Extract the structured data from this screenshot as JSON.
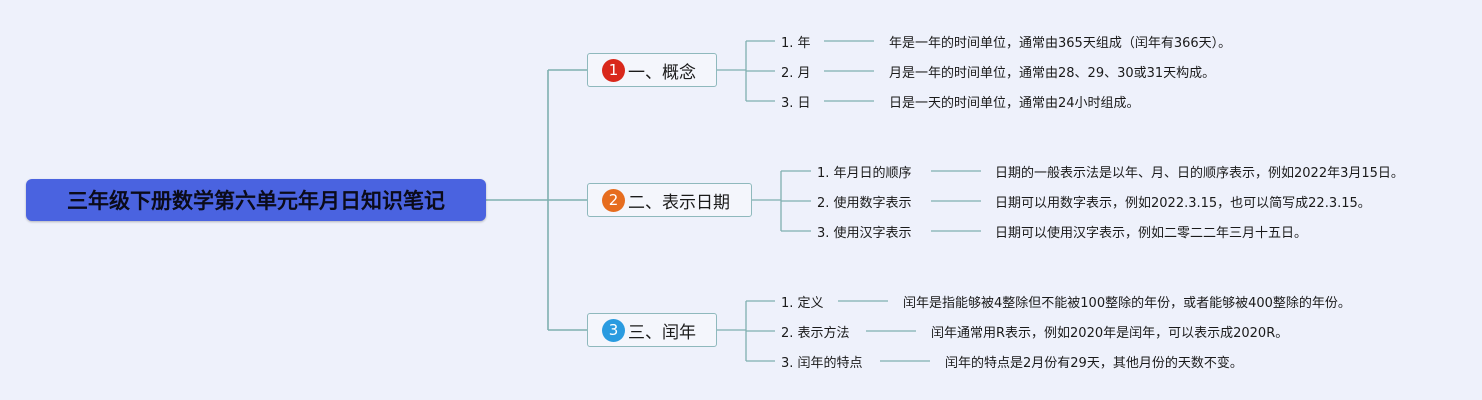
{
  "root": {
    "title": "三年级下册数学第六单元年月日知识笔记"
  },
  "branches": [
    {
      "num": "1",
      "label": "一、概念",
      "color": "#d9281b",
      "items": [
        {
          "label": "1. 年",
          "desc": "年是一年的时间单位，通常由365天组成（闰年有366天）。"
        },
        {
          "label": "2. 月",
          "desc": "月是一年的时间单位，通常由28、29、30或31天构成。"
        },
        {
          "label": "3. 日",
          "desc": "日是一天的时间单位，通常由24小时组成。"
        }
      ]
    },
    {
      "num": "2",
      "label": "二、表示日期",
      "color": "#e66d1f",
      "items": [
        {
          "label": "1. 年月日的顺序",
          "desc": "日期的一般表示法是以年、月、日的顺序表示，例如2022年3月15日。"
        },
        {
          "label": "2. 使用数字表示",
          "desc": "日期可以用数字表示，例如2022.3.15，也可以简写成22.3.15。"
        },
        {
          "label": "3. 使用汉字表示",
          "desc": "日期可以使用汉字表示，例如二零二二年三月十五日。"
        }
      ]
    },
    {
      "num": "3",
      "label": "三、闰年",
      "color": "#2a9be0",
      "items": [
        {
          "label": "1. 定义",
          "desc": "闰年是指能够被4整除但不能被100整除的年份，或者能够被400整除的年份。"
        },
        {
          "label": "2. 表示方法",
          "desc": "闰年通常用R表示，例如2020年是闰年，可以表示成2020R。"
        },
        {
          "label": "3. 闰年的特点",
          "desc": "闰年的特点是2月份有29天，其他月份的天数不变。"
        }
      ]
    }
  ],
  "colors": {
    "line": "#7fb0b0",
    "root": "#4a63e0",
    "background": "#eef1fb"
  }
}
